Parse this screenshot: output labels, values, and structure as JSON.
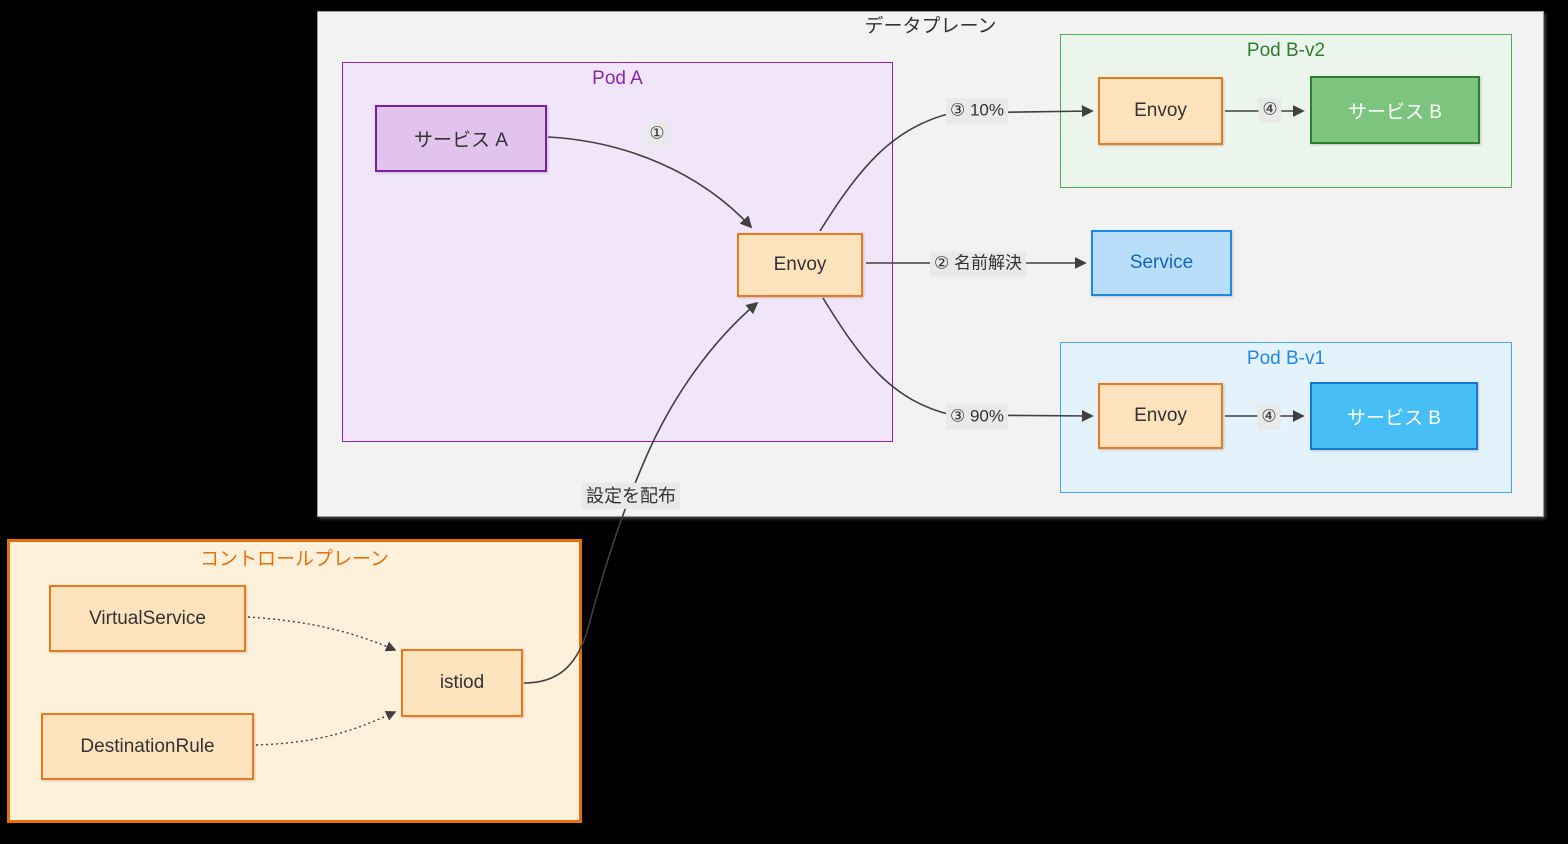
{
  "clusters": {
    "data_plane": {
      "title": "データプレーン"
    },
    "pod_a": {
      "title": "Pod A"
    },
    "pod_b_v2": {
      "title": "Pod B-v2"
    },
    "pod_b_v1": {
      "title": "Pod B-v1"
    },
    "control_plane": {
      "title": "コントロールプレーン"
    }
  },
  "nodes": {
    "service_a": {
      "label": "サービス A"
    },
    "envoy_a": {
      "label": "Envoy"
    },
    "envoy_b_v2": {
      "label": "Envoy"
    },
    "service_b_v2": {
      "label": "サービス B"
    },
    "service": {
      "label": "Service"
    },
    "envoy_b_v1": {
      "label": "Envoy"
    },
    "service_b_v1": {
      "label": "サービス B"
    },
    "virtual_service": {
      "label": "VirtualService"
    },
    "destination_rule": {
      "label": "DestinationRule"
    },
    "istiod": {
      "label": "istiod"
    }
  },
  "edge_labels": {
    "step1": "①",
    "step2": "② 名前解決",
    "step3_v2": "③ 10%",
    "step3_v1": "③ 90%",
    "step4_v2": "④",
    "step4_v1": "④",
    "distribute": "設定を配布"
  },
  "edges": [
    {
      "from": "サービス A",
      "to": "Envoy (Pod A)",
      "label": "①",
      "style": "solid"
    },
    {
      "from": "Envoy (Pod A)",
      "to": "Service",
      "label": "② 名前解決",
      "style": "solid"
    },
    {
      "from": "Envoy (Pod A)",
      "to": "Envoy (Pod B-v2)",
      "label": "③ 10%",
      "style": "solid"
    },
    {
      "from": "Envoy (Pod A)",
      "to": "Envoy (Pod B-v1)",
      "label": "③ 90%",
      "style": "solid"
    },
    {
      "from": "Envoy (Pod B-v2)",
      "to": "サービス B (Pod B-v2)",
      "label": "④",
      "style": "solid"
    },
    {
      "from": "Envoy (Pod B-v1)",
      "to": "サービス B (Pod B-v1)",
      "label": "④",
      "style": "solid"
    },
    {
      "from": "VirtualService",
      "to": "istiod",
      "label": "",
      "style": "dotted"
    },
    {
      "from": "DestinationRule",
      "to": "istiod",
      "label": "",
      "style": "dotted"
    },
    {
      "from": "istiod",
      "to": "Envoy (Pod A)",
      "label": "設定を配布",
      "style": "solid"
    }
  ],
  "colors": {
    "background": "#000000",
    "data_plane_fill": "#f2f2f2",
    "data_plane_stroke": "#9a9a9a",
    "pod_a_fill": "#f1e6f9",
    "purple_stroke": "#8e24aa",
    "service_a_fill": "#e1c3ee",
    "service_a_stroke": "#7b1fa2",
    "envoy_fill": "#fde3bd",
    "envoy_stroke": "#e8791d",
    "pod_b_v2_fill": "#ebf5eb",
    "green_stroke": "#4caf50",
    "green_title": "#2e7d32",
    "service_b_v2_fill": "#7dc57f",
    "service_b_v2_stroke": "#2e7d32",
    "service_fill": "#b9def9",
    "service_stroke": "#1e88e5",
    "service_text": "#1565c0",
    "pod_b_v1_fill": "#e4f2fc",
    "blue_stroke": "#42a5f5",
    "blue_title": "#1e88e5",
    "service_b_v1_fill": "#47bef6",
    "service_b_v1_stroke": "#1976d2",
    "control_plane_fill": "#fef1dc",
    "control_plane_stroke": "#e8700a",
    "edge_color": "#404040",
    "edge_label_bg": "#e9e9e9",
    "text_dark": "#333333"
  }
}
